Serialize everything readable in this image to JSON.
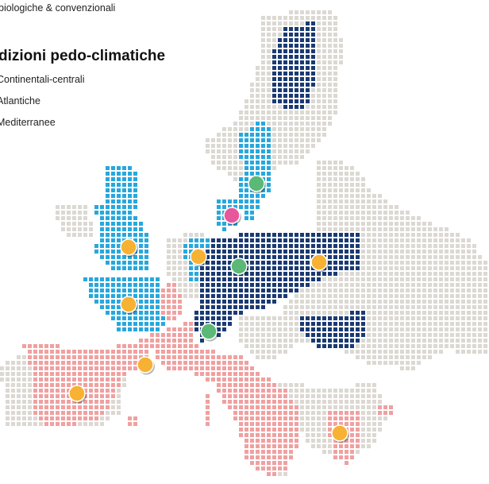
{
  "header": {
    "subtitle": "biologiche & convenzionali",
    "title": "dizioni pedo-climatiche"
  },
  "legend": {
    "items": [
      {
        "label": "Continentali-centrali",
        "color": "#1a3a73"
      },
      {
        "label": "Atlantiche",
        "color": "#27a8dd"
      },
      {
        "label": "Mediterranee",
        "color": "#f0a0a0"
      }
    ]
  },
  "map": {
    "land_color": "#dcd8d2",
    "zones": [
      {
        "name": "continental-central",
        "color": "#1a3a73"
      },
      {
        "name": "atlantic",
        "color": "#27a8dd"
      },
      {
        "name": "mediterranean",
        "color": "#f0a0a0"
      }
    ],
    "markers": [
      {
        "name": "scandinavia-site",
        "color": "#5cb877"
      },
      {
        "name": "denmark-site",
        "color": "#e8579c"
      },
      {
        "name": "britain-site",
        "color": "#f7b233"
      },
      {
        "name": "belgium-site",
        "color": "#f7b233"
      },
      {
        "name": "germany-site",
        "color": "#5cb877"
      },
      {
        "name": "poland-site",
        "color": "#f7b233"
      },
      {
        "name": "west-france-site",
        "color": "#f7b233"
      },
      {
        "name": "alps-site",
        "color": "#5cb877"
      },
      {
        "name": "south-france-site",
        "color": "#f7b233"
      },
      {
        "name": "iberia-site",
        "color": "#f7b233"
      },
      {
        "name": "greece-site",
        "color": "#f7b233"
      }
    ]
  }
}
